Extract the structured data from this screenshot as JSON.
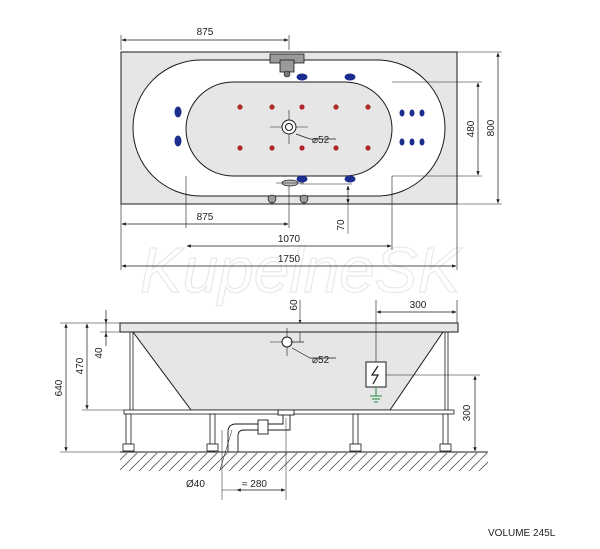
{
  "top_view": {
    "dims": {
      "left_to_center": "875",
      "bottom_to_center": "875",
      "inner_length": "1070",
      "total_length": "1750",
      "inner_width": "480",
      "total_width": "800",
      "overflow_offset": "70",
      "drain_diameter": "⌀52"
    }
  },
  "side_view": {
    "dims": {
      "total_height": "640",
      "tub_height": "470",
      "rim_thickness": "40",
      "overflow_depth": "60",
      "electrical_offset": "300",
      "electrical_height": "300",
      "overflow_diameter": "⌀52",
      "waste_diameter": "Ø40",
      "waste_offset": "≈ 280"
    }
  },
  "watermark": "KupelneSK",
  "volume_label": "VOLUME 245L",
  "colors": {
    "line": "#1a1a1a",
    "tub_fill": "#e6e6e6",
    "jet_red": "#b0282c",
    "jet_blue": "#1c2d8e",
    "ground_green": "#2a8a3a"
  }
}
